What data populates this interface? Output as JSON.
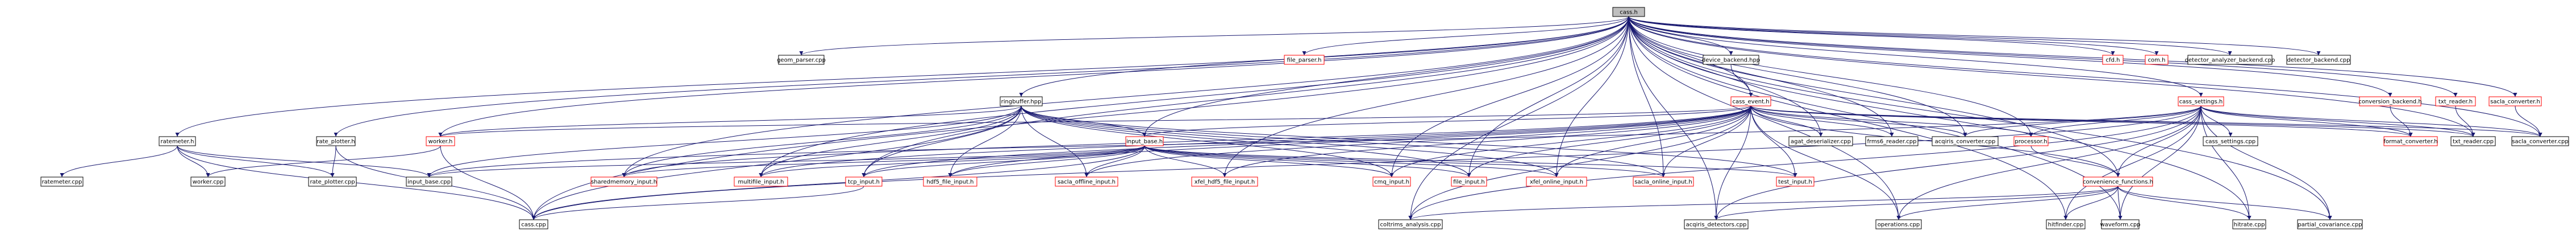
{
  "colors": {
    "background": "#ffffff",
    "edge": "#191970",
    "node_border_default": "#000000",
    "node_border_link": "#ff0000",
    "node_fill_default": "#ffffff",
    "node_fill_root": "#bfbfbf"
  },
  "nodes": [
    {
      "id": "cass_h",
      "label": "cass.h",
      "style": "root"
    },
    {
      "id": "geom_parser_cpp",
      "label": "geom_parser.cpp",
      "style": "normal"
    },
    {
      "id": "file_parser_h",
      "label": "file_parser.h",
      "style": "link"
    },
    {
      "id": "device_backend_hpp",
      "label": "device_backend.hpp",
      "style": "normal"
    },
    {
      "id": "cfd_h",
      "label": "cfd.h",
      "style": "link"
    },
    {
      "id": "com_h",
      "label": "com.h",
      "style": "link"
    },
    {
      "id": "detector_analyzer_backend_cpp",
      "label": "detector_analyzer_backend.cpp",
      "style": "normal"
    },
    {
      "id": "detector_backend_cpp",
      "label": "detector_backend.cpp",
      "style": "normal"
    },
    {
      "id": "ringbuffer_hpp",
      "label": "ringbuffer.hpp",
      "style": "normal"
    },
    {
      "id": "cass_event_h",
      "label": "cass_event.h",
      "style": "link"
    },
    {
      "id": "cass_settings_h",
      "label": "cass_settings.h",
      "style": "link"
    },
    {
      "id": "conversion_backend_h",
      "label": "conversion_backend.h",
      "style": "link"
    },
    {
      "id": "txt_reader_h",
      "label": "txt_reader.h",
      "style": "link"
    },
    {
      "id": "sacla_converter_h",
      "label": "sacla_converter.h",
      "style": "link"
    },
    {
      "id": "ratemeter_h",
      "label": "ratemeter.h",
      "style": "normal"
    },
    {
      "id": "rate_plotter_h",
      "label": "rate_plotter.h",
      "style": "normal"
    },
    {
      "id": "worker_h",
      "label": "worker.h",
      "style": "link"
    },
    {
      "id": "input_base_h",
      "label": "input_base.h",
      "style": "link"
    },
    {
      "id": "agat_deserializer_cpp",
      "label": "agat_deserializer.cpp",
      "style": "normal"
    },
    {
      "id": "frms6_reader_cpp",
      "label": "frms6_reader.cpp",
      "style": "normal"
    },
    {
      "id": "acqiris_converter_cpp",
      "label": "acqiris_converter.cpp",
      "style": "normal"
    },
    {
      "id": "processor_h",
      "label": "processor.h",
      "style": "link"
    },
    {
      "id": "format_converter_h",
      "label": "format_converter.h",
      "style": "link"
    },
    {
      "id": "txt_reader_cpp",
      "label": "txt_reader.cpp",
      "style": "normal"
    },
    {
      "id": "sacla_converter_cpp",
      "label": "sacla_converter.cpp",
      "style": "normal"
    },
    {
      "id": "cass_settings_cpp",
      "label": "cass_settings.cpp",
      "style": "normal"
    },
    {
      "id": "ratemeter_cpp",
      "label": "ratemeter.cpp",
      "style": "normal"
    },
    {
      "id": "worker_cpp",
      "label": "worker.cpp",
      "style": "normal"
    },
    {
      "id": "rate_plotter_cpp",
      "label": "rate_plotter.cpp",
      "style": "normal"
    },
    {
      "id": "input_base_cpp",
      "label": "input_base.cpp",
      "style": "normal"
    },
    {
      "id": "sharedmemory_input_h",
      "label": "sharedmemory_input.h",
      "style": "link"
    },
    {
      "id": "multifile_input_h",
      "label": "multifile_input.h",
      "style": "link"
    },
    {
      "id": "tcp_input_h",
      "label": "tcp_input.h",
      "style": "link"
    },
    {
      "id": "hdf5_file_input_h",
      "label": "hdf5_file_input.h",
      "style": "link"
    },
    {
      "id": "sacla_offline_input_h",
      "label": "sacla_offline_input.h",
      "style": "link"
    },
    {
      "id": "xfel_hdf5_file_input_h",
      "label": "xfel_hdf5_file_input.h",
      "style": "link"
    },
    {
      "id": "cmq_input_h",
      "label": "cmq_input.h",
      "style": "link"
    },
    {
      "id": "file_input_h",
      "label": "file_input.h",
      "style": "link"
    },
    {
      "id": "xfel_online_input_h",
      "label": "xfel_online_input.h",
      "style": "link"
    },
    {
      "id": "sacla_online_input_h",
      "label": "sacla_online_input.h",
      "style": "link"
    },
    {
      "id": "test_input_h",
      "label": "test_input.h",
      "style": "link"
    },
    {
      "id": "convenience_functions_h",
      "label": "convenience_functions.h",
      "style": "link"
    },
    {
      "id": "cass_cpp",
      "label": "cass.cpp",
      "style": "normal"
    },
    {
      "id": "coltrims_analysis_cpp",
      "label": "coltrims_analysis.cpp",
      "style": "normal"
    },
    {
      "id": "acqiris_detectors_cpp",
      "label": "acqiris_detectors.cpp",
      "style": "normal"
    },
    {
      "id": "operations_cpp",
      "label": "operations.cpp",
      "style": "normal"
    },
    {
      "id": "hitfinder_cpp",
      "label": "hitfinder.cpp",
      "style": "normal"
    },
    {
      "id": "waveform_cpp",
      "label": "waveform.cpp",
      "style": "normal"
    },
    {
      "id": "hitrate_cpp",
      "label": "hitrate.cpp",
      "style": "normal"
    },
    {
      "id": "partial_covariance_cpp",
      "label": "partial_covariance.cpp",
      "style": "normal"
    }
  ],
  "edges": [
    [
      "cass_h",
      "geom_parser_cpp"
    ],
    [
      "cass_h",
      "file_parser_h"
    ],
    [
      "cass_h",
      "device_backend_hpp"
    ],
    [
      "cass_h",
      "cfd_h"
    ],
    [
      "cass_h",
      "com_h"
    ],
    [
      "cass_h",
      "detector_analyzer_backend_cpp"
    ],
    [
      "cass_h",
      "detector_backend_cpp"
    ],
    [
      "cass_h",
      "ringbuffer_hpp"
    ],
    [
      "cass_h",
      "cass_event_h"
    ],
    [
      "cass_h",
      "cass_settings_h"
    ],
    [
      "cass_h",
      "conversion_backend_h"
    ],
    [
      "cass_h",
      "txt_reader_h"
    ],
    [
      "cass_h",
      "sacla_converter_h"
    ],
    [
      "cass_h",
      "ratemeter_h"
    ],
    [
      "cass_h",
      "rate_plotter_h"
    ],
    [
      "cass_h",
      "worker_h"
    ],
    [
      "cass_h",
      "input_base_h"
    ],
    [
      "cass_h",
      "agat_deserializer_cpp"
    ],
    [
      "cass_h",
      "frms6_reader_cpp"
    ],
    [
      "cass_h",
      "acqiris_converter_cpp"
    ],
    [
      "cass_h",
      "processor_h"
    ],
    [
      "cass_h",
      "sharedmemory_input_h"
    ],
    [
      "cass_h",
      "multifile_input_h"
    ],
    [
      "cass_h",
      "tcp_input_h"
    ],
    [
      "cass_h",
      "xfel_hdf5_file_input_h"
    ],
    [
      "cass_h",
      "cmq_input_h"
    ],
    [
      "cass_h",
      "file_input_h"
    ],
    [
      "cass_h",
      "xfel_online_input_h"
    ],
    [
      "cass_h",
      "sacla_online_input_h"
    ],
    [
      "cass_h",
      "cass_cpp"
    ],
    [
      "cass_h",
      "coltrims_analysis_cpp"
    ],
    [
      "cass_h",
      "acqiris_detectors_cpp"
    ],
    [
      "cass_h",
      "operations_cpp"
    ],
    [
      "cass_h",
      "hitfinder_cpp"
    ],
    [
      "cass_h",
      "waveform_cpp"
    ],
    [
      "cass_h",
      "hitrate_cpp"
    ],
    [
      "cass_h",
      "partial_covariance_cpp"
    ],
    [
      "cass_h",
      "txt_reader_cpp"
    ],
    [
      "cass_h",
      "sacla_converter_cpp"
    ],
    [
      "cass_h",
      "convenience_functions_h"
    ],
    [
      "device_backend_hpp",
      "cass_event_h"
    ],
    [
      "ringbuffer_hpp",
      "worker_h"
    ],
    [
      "ringbuffer_hpp",
      "input_base_h"
    ],
    [
      "ringbuffer_hpp",
      "input_base_cpp"
    ],
    [
      "ringbuffer_hpp",
      "sharedmemory_input_h"
    ],
    [
      "ringbuffer_hpp",
      "multifile_input_h"
    ],
    [
      "ringbuffer_hpp",
      "tcp_input_h"
    ],
    [
      "ringbuffer_hpp",
      "hdf5_file_input_h"
    ],
    [
      "ringbuffer_hpp",
      "sacla_offline_input_h"
    ],
    [
      "ringbuffer_hpp",
      "cmq_input_h"
    ],
    [
      "ringbuffer_hpp",
      "file_input_h"
    ],
    [
      "ringbuffer_hpp",
      "xfel_online_input_h"
    ],
    [
      "ringbuffer_hpp",
      "sacla_online_input_h"
    ],
    [
      "ringbuffer_hpp",
      "test_input_h"
    ],
    [
      "ringbuffer_hpp",
      "cass_cpp"
    ],
    [
      "cass_event_h",
      "agat_deserializer_cpp"
    ],
    [
      "cass_event_h",
      "frms6_reader_cpp"
    ],
    [
      "cass_event_h",
      "acqiris_converter_cpp"
    ],
    [
      "cass_event_h",
      "processor_h"
    ],
    [
      "cass_event_h",
      "format_converter_h"
    ],
    [
      "cass_event_h",
      "txt_reader_cpp"
    ],
    [
      "cass_event_h",
      "sacla_converter_cpp"
    ],
    [
      "cass_event_h",
      "input_base_h"
    ],
    [
      "cass_event_h",
      "worker_h"
    ],
    [
      "cass_event_h",
      "sharedmemory_input_h"
    ],
    [
      "cass_event_h",
      "multifile_input_h"
    ],
    [
      "cass_event_h",
      "tcp_input_h"
    ],
    [
      "cass_event_h",
      "hdf5_file_input_h"
    ],
    [
      "cass_event_h",
      "sacla_offline_input_h"
    ],
    [
      "cass_event_h",
      "xfel_hdf5_file_input_h"
    ],
    [
      "cass_event_h",
      "cmq_input_h"
    ],
    [
      "cass_event_h",
      "file_input_h"
    ],
    [
      "cass_event_h",
      "xfel_online_input_h"
    ],
    [
      "cass_event_h",
      "sacla_online_input_h"
    ],
    [
      "cass_event_h",
      "test_input_h"
    ],
    [
      "cass_event_h",
      "convenience_functions_h"
    ],
    [
      "cass_event_h",
      "coltrims_analysis_cpp"
    ],
    [
      "cass_event_h",
      "acqiris_detectors_cpp"
    ],
    [
      "cass_event_h",
      "operations_cpp"
    ],
    [
      "cass_settings_h",
      "cass_settings_cpp"
    ],
    [
      "cass_settings_h",
      "txt_reader_cpp"
    ],
    [
      "cass_settings_h",
      "sacla_converter_cpp"
    ],
    [
      "cass_settings_h",
      "format_converter_h"
    ],
    [
      "cass_settings_h",
      "convenience_functions_h"
    ],
    [
      "cass_settings_h",
      "acqiris_converter_cpp"
    ],
    [
      "cass_settings_h",
      "processor_h"
    ],
    [
      "cass_settings_h",
      "input_base_cpp"
    ],
    [
      "cass_settings_h",
      "cass_cpp"
    ],
    [
      "cass_settings_h",
      "coltrims_analysis_cpp"
    ],
    [
      "cass_settings_h",
      "acqiris_detectors_cpp"
    ],
    [
      "cass_settings_h",
      "operations_cpp"
    ],
    [
      "cass_settings_h",
      "hitfinder_cpp"
    ],
    [
      "cass_settings_h",
      "waveform_cpp"
    ],
    [
      "cass_settings_h",
      "hitrate_cpp"
    ],
    [
      "cass_settings_h",
      "partial_covariance_cpp"
    ],
    [
      "conversion_backend_h",
      "format_converter_h"
    ],
    [
      "txt_reader_h",
      "txt_reader_cpp"
    ],
    [
      "sacla_converter_h",
      "sacla_converter_cpp"
    ],
    [
      "ratemeter_h",
      "ratemeter_cpp"
    ],
    [
      "ratemeter_h",
      "worker_cpp"
    ],
    [
      "ratemeter_h",
      "rate_plotter_cpp"
    ],
    [
      "ratemeter_h",
      "input_base_cpp"
    ],
    [
      "ratemeter_h",
      "cass_cpp"
    ],
    [
      "rate_plotter_h",
      "rate_plotter_cpp"
    ],
    [
      "rate_plotter_h",
      "cass_cpp"
    ],
    [
      "worker_h",
      "worker_cpp"
    ],
    [
      "worker_h",
      "cass_cpp"
    ],
    [
      "input_base_h",
      "input_base_cpp"
    ],
    [
      "input_base_h",
      "sharedmemory_input_h"
    ],
    [
      "input_base_h",
      "multifile_input_h"
    ],
    [
      "input_base_h",
      "tcp_input_h"
    ],
    [
      "input_base_h",
      "hdf5_file_input_h"
    ],
    [
      "input_base_h",
      "sacla_offline_input_h"
    ],
    [
      "input_base_h",
      "xfel_hdf5_file_input_h"
    ],
    [
      "input_base_h",
      "cmq_input_h"
    ],
    [
      "input_base_h",
      "file_input_h"
    ],
    [
      "input_base_h",
      "xfel_online_input_h"
    ],
    [
      "input_base_h",
      "sacla_online_input_h"
    ],
    [
      "input_base_h",
      "test_input_h"
    ],
    [
      "input_base_h",
      "cass_cpp"
    ],
    [
      "processor_h",
      "convenience_functions_h"
    ],
    [
      "tcp_input_h",
      "cass_cpp"
    ],
    [
      "convenience_functions_h",
      "coltrims_analysis_cpp"
    ],
    [
      "convenience_functions_h",
      "acqiris_detectors_cpp"
    ],
    [
      "convenience_functions_h",
      "operations_cpp"
    ],
    [
      "convenience_functions_h",
      "hitfinder_cpp"
    ],
    [
      "convenience_functions_h",
      "waveform_cpp"
    ],
    [
      "convenience_functions_h",
      "hitrate_cpp"
    ],
    [
      "convenience_functions_h",
      "partial_covariance_cpp"
    ]
  ]
}
